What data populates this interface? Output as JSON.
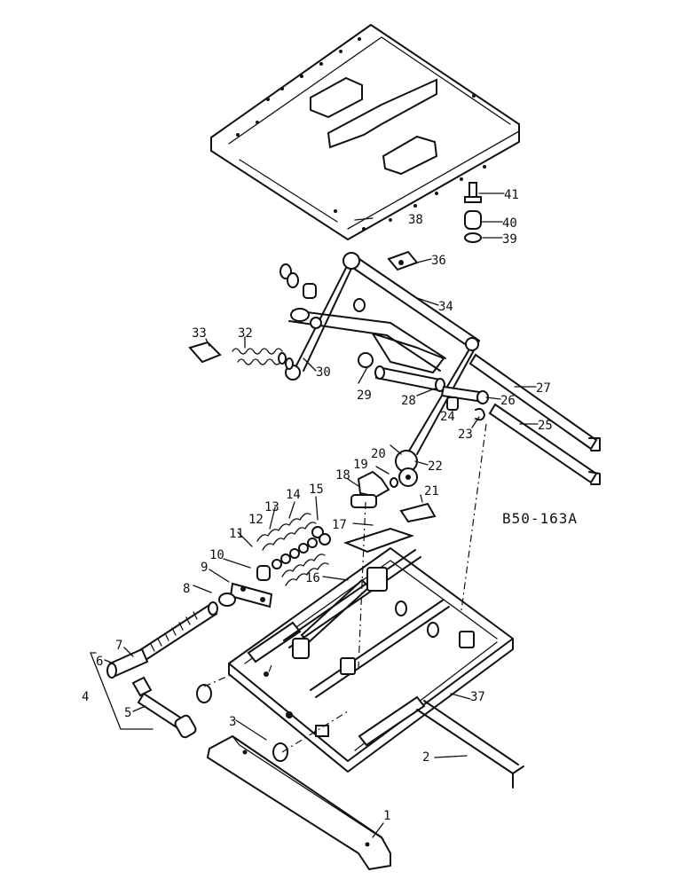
{
  "drawing_code": "B50-163A",
  "callouts": [
    "1",
    "2",
    "3",
    "4",
    "5",
    "6",
    "7",
    "8",
    "9",
    "10",
    "11",
    "12",
    "13",
    "14",
    "15",
    "16",
    "17",
    "18",
    "19",
    "20",
    "21",
    "22",
    "23",
    "24",
    "25",
    "26",
    "27",
    "28",
    "29",
    "30",
    "32",
    "33",
    "34",
    "36",
    "37",
    "38",
    "39",
    "40",
    "41"
  ]
}
